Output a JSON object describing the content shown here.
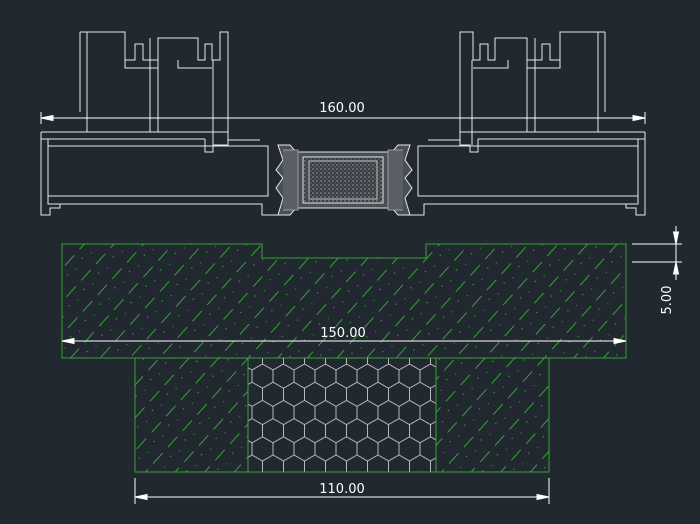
{
  "drawing": {
    "background": "#212830",
    "colors": {
      "frame_line": "#e8e8e8",
      "gasket_fill": "#6a6a6a",
      "hatch_green": "#35a335",
      "insulation_line": "#c8c8c8",
      "dimension": "#ffffff"
    },
    "dimensions": {
      "profile_width": "160.00",
      "sill_width": "150.00",
      "base_width": "110.00",
      "step_depth": "5.00"
    }
  }
}
